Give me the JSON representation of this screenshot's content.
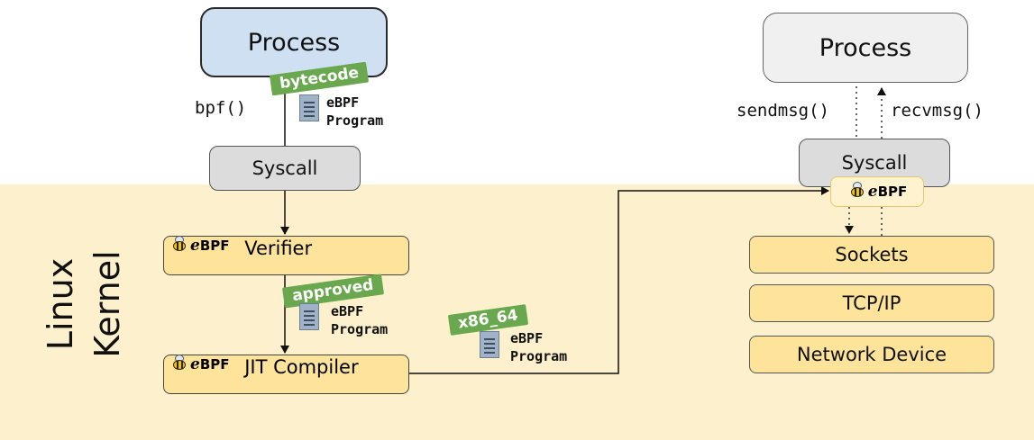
{
  "user_space": {
    "left_process": "Process",
    "right_process": "Process",
    "bpf_call": "bpf()",
    "bytecode_tag": "bytecode",
    "send_call": "sendmsg()",
    "recv_call": "recvmsg()"
  },
  "syscall": {
    "left": "Syscall",
    "right": "Syscall"
  },
  "ebpf_logo": {
    "e": "e",
    "bpf": "BPF"
  },
  "program_doc": {
    "line1": "eBPF",
    "line2": "Program"
  },
  "kernel": {
    "label_line1": "Linux",
    "label_line2": "Kernel",
    "verifier": "Verifier",
    "jit": "JIT Compiler",
    "approved_tag": "approved",
    "arch_tag": "x86_64"
  },
  "network": {
    "sockets": "Sockets",
    "tcpip": "TCP/IP",
    "netdev": "Network Device"
  },
  "colors": {
    "kernel_bg": "#fdf0cc",
    "process_left": "#cfe0f3",
    "process_right": "#f0f0f0",
    "syscall": "#dcdcdc",
    "kernel_box": "#fde49a",
    "tag_green": "#6aa84f",
    "doc_icon": "#9fb2c7"
  },
  "icons": [
    "bee-icon",
    "document-icon"
  ]
}
